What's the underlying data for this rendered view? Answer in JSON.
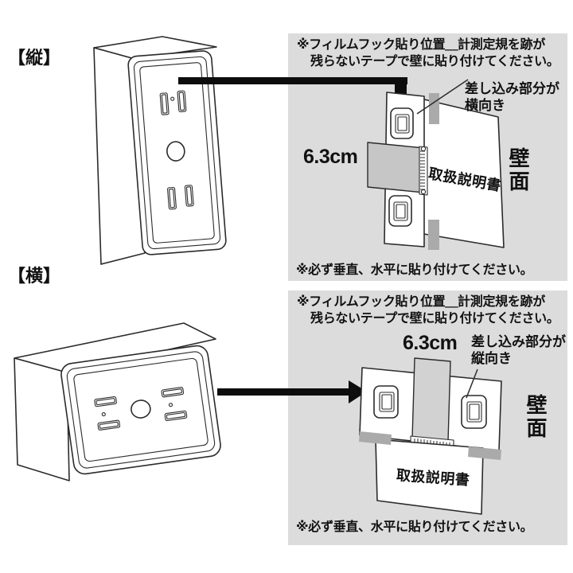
{
  "colors": {
    "background": "#ffffff",
    "panel_bg": "#dcdcdc",
    "tape": "#aaaaaa",
    "gauge": "#c6c6c6",
    "gauge_light": "#d2d2d2",
    "line": "#2b2b2b",
    "arrow": "#0d0d0d",
    "text": "#111111"
  },
  "vertical_section": {
    "label": "【縦】",
    "panel": {
      "heading_line1": "※フィルムフック貼り位置＿計測定規を跡が",
      "heading_line2": "残らないテープで壁に貼り付けてください。",
      "measurement": "6.3cm",
      "callout_line1": "差し込み部分が",
      "callout_line2": "横向き",
      "manual_label": "取扱説明書",
      "wall_label": "壁面",
      "note": "※必ず垂直、水平に貼り付けてください。"
    }
  },
  "horizontal_section": {
    "label": "【横】",
    "panel": {
      "heading_line1": "※フィルムフック貼り位置＿計測定規を跡が",
      "heading_line2": "残らないテープで壁に貼り付けてください。",
      "measurement": "6.3cm",
      "callout_line1": "差し込み部分が",
      "callout_line2": "縦向き",
      "manual_label": "取扱説明書",
      "wall_label": "壁面",
      "note": "※必ず垂直、水平に貼り付けてください。"
    }
  }
}
